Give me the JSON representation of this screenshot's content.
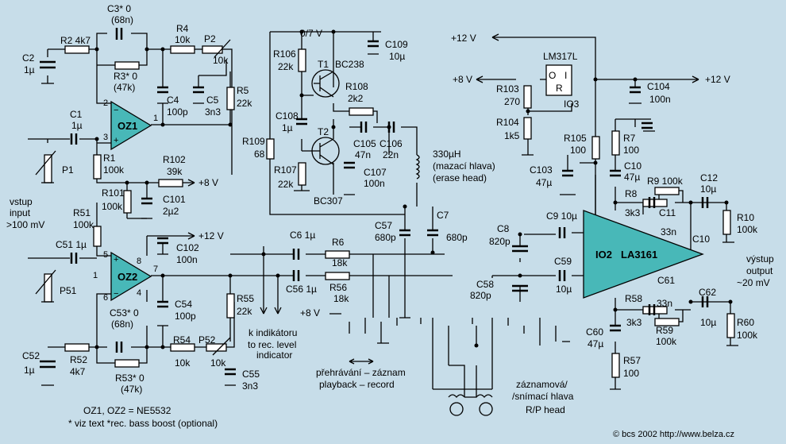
{
  "colors": {
    "background": "#c7dde9",
    "opamp_fill": "#48b8b8",
    "line": "#000000"
  },
  "opamps": {
    "oz1": "OZ1",
    "oz2": "OZ2",
    "pin1": "1",
    "pin2": "2",
    "pin3": "3",
    "pin5": "5",
    "pin6": "6",
    "pin7": "7",
    "pin8": "8",
    "pin4": "4",
    "pin1b": "1"
  },
  "power": {
    "rail_0_7v": "0/7 V",
    "plus12v_top": "+12 V",
    "plus8v_mid": "+8 V",
    "plus8v_r102": "+8 V",
    "plus12v_oz2": "+12 V",
    "plus12v_right": "+12 V",
    "plus8v_switch": "+8 V"
  },
  "regulator": {
    "name": "LM317L",
    "pin_o": "O",
    "pin_i": "I",
    "pin_r": "R",
    "ref": "IO3"
  },
  "amp_ic": {
    "ref": "IO2",
    "part": "LA3161",
    "c10": "C10"
  },
  "transistors": {
    "t1": "T1",
    "t1_part": "BC238",
    "t2": "T2",
    "t2_part": "BC307"
  },
  "labels": {
    "c3": "C3* 0",
    "c3v": "(68n)",
    "r3": "R3* 0",
    "r3v": "(47k)",
    "r2": "R2 4k7",
    "c2": "C2",
    "c2v": "1µ",
    "r4": "R4",
    "r4v": "10k",
    "p2": "P2",
    "p2v": "10k",
    "c4": "C4",
    "c4v": "100p",
    "c5": "C5",
    "c5v": "3n3",
    "r5": "R5",
    "r5v": "22k",
    "c1": "C1",
    "c1v": "1µ",
    "r1": "R1",
    "r1v": "100k",
    "p1": "P1",
    "r102": "R102",
    "r102v": "39k",
    "r101": "R101",
    "r101v": "100k",
    "c101": "C101",
    "c101v": "2µ2",
    "r51": "R51",
    "r51v": "100k",
    "c51": "C51 1µ",
    "p51": "P51",
    "c102": "C102",
    "c102v": "100n",
    "c53": "C53* 0",
    "c53v": "(68n)",
    "r53": "R53* 0",
    "r53v": "(47k)",
    "c54": "C54",
    "c54v": "100p",
    "r54": "R54",
    "r54v": "10k",
    "p52": "P52",
    "p52v": "10k",
    "c55": "C55",
    "c55v": "3n3",
    "r55": "R55",
    "r55v": "22k",
    "c52": "C52",
    "c52v": "1µ",
    "r52": "R52",
    "r52v": "4k7",
    "r106": "R106",
    "r106v": "22k",
    "c109": "C109",
    "c109v": "10µ",
    "r108": "R108",
    "r108v": "2k2",
    "c108": "C108",
    "c108v": "1µ",
    "r109": "R109",
    "r109v": "68",
    "r107": "R107",
    "r107v": "22k",
    "c105": "C105",
    "c105v": "47n",
    "c106": "C106",
    "c106v": "22n",
    "c107": "C107",
    "c107v": "100n",
    "l1v": "330µH",
    "l1a": "(mazací hlava)",
    "l1b": "(erase head)",
    "c57": "C57",
    "c57v": "680p",
    "c7": "C7",
    "c7v": "680p",
    "c6": "C6 1µ",
    "r6": "R6",
    "r6v": "18k",
    "c56": "C56 1µ",
    "r56": "R56",
    "r56v": "18k",
    "r103": "R103",
    "r103v": "270",
    "r104": "R104",
    "r104v": "1k5",
    "c104": "C104",
    "c104v": "100n",
    "r105": "R105",
    "r105v": "100",
    "c103": "C103",
    "c103v": "47µ",
    "r7": "R7",
    "r7v": "100",
    "c10s": "C10",
    "c10v": "47µ",
    "r8": "R8",
    "r8v": "3k3",
    "r9": "R9 100k",
    "c11": "C11",
    "c11v": "33n",
    "c12": "C12",
    "c12v": "10µ",
    "r10": "R10",
    "r10v": "100k",
    "c9": "C9 10µ",
    "c8": "C8",
    "c8v": "820p",
    "c59": "C59",
    "c59v": "10µ",
    "c58": "C58",
    "c58v": "820p",
    "c61": "C61",
    "c61v": "33n",
    "r58": "R58",
    "r58v": "3k3",
    "r59": "R59",
    "r59v": "100k",
    "c62": "C62",
    "c62v": "10µ",
    "r60": "R60",
    "r60v": "100k",
    "c60": "C60",
    "c60v": "47µ",
    "r57": "R57",
    "r57v": "100"
  },
  "notes": {
    "input_a": "vstup",
    "input_b": "input",
    "input_c": ">100 mV",
    "output_a": "výstup",
    "output_b": "output",
    "output_c": "~20 mV",
    "ind_a": "k indikátoru",
    "ind_b": "to rec. level",
    "ind_c": "indicator",
    "mode_a": "přehrávání – záznam",
    "mode_b": "playback – record",
    "head_a": "záznamová/",
    "head_b": "/snímací hlava",
    "head_c": "R/P head",
    "opamp_type": "OZ1, OZ2 = NE5532",
    "footnote": "* viz text  *rec. bass boost (optional)",
    "copyright": "© bcs 2002  http://www.belza.cz"
  }
}
